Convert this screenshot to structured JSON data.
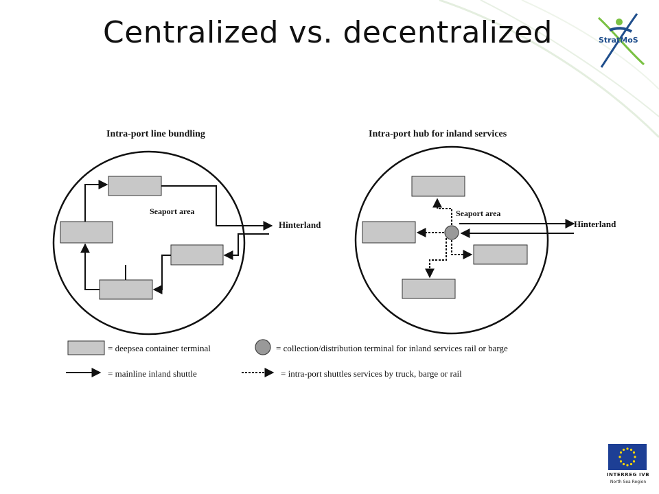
{
  "slide": {
    "title": "Centralized vs. decentralized"
  },
  "logo": {
    "text": "StratMoS"
  },
  "left_diagram": {
    "title": "Intra-port line bundling",
    "area_label": "Seaport area",
    "hinterland_label": "Hinterland"
  },
  "right_diagram": {
    "title": "Intra-port hub for inland services",
    "area_label": "Seaport area",
    "hinterland_label": "Hinterland"
  },
  "legend": {
    "terminal": "= deepsea container terminal",
    "hub": "= collection/distribution terminal for inland services rail or barge",
    "mainline": "= mainline inland shuttle",
    "intraport": "= intra-port shuttles services by truck, barge or rail"
  },
  "eu_logo": {
    "line1": "INTERREG IVB",
    "line2": "North Sea Region"
  },
  "colors": {
    "terminal_fill": "#c8c8c8",
    "hub_fill": "#999999",
    "eu_blue": "#1d3f95",
    "star": "#ffd700",
    "logo_blue": "#1f4e8c",
    "logo_green": "#7ac143"
  }
}
